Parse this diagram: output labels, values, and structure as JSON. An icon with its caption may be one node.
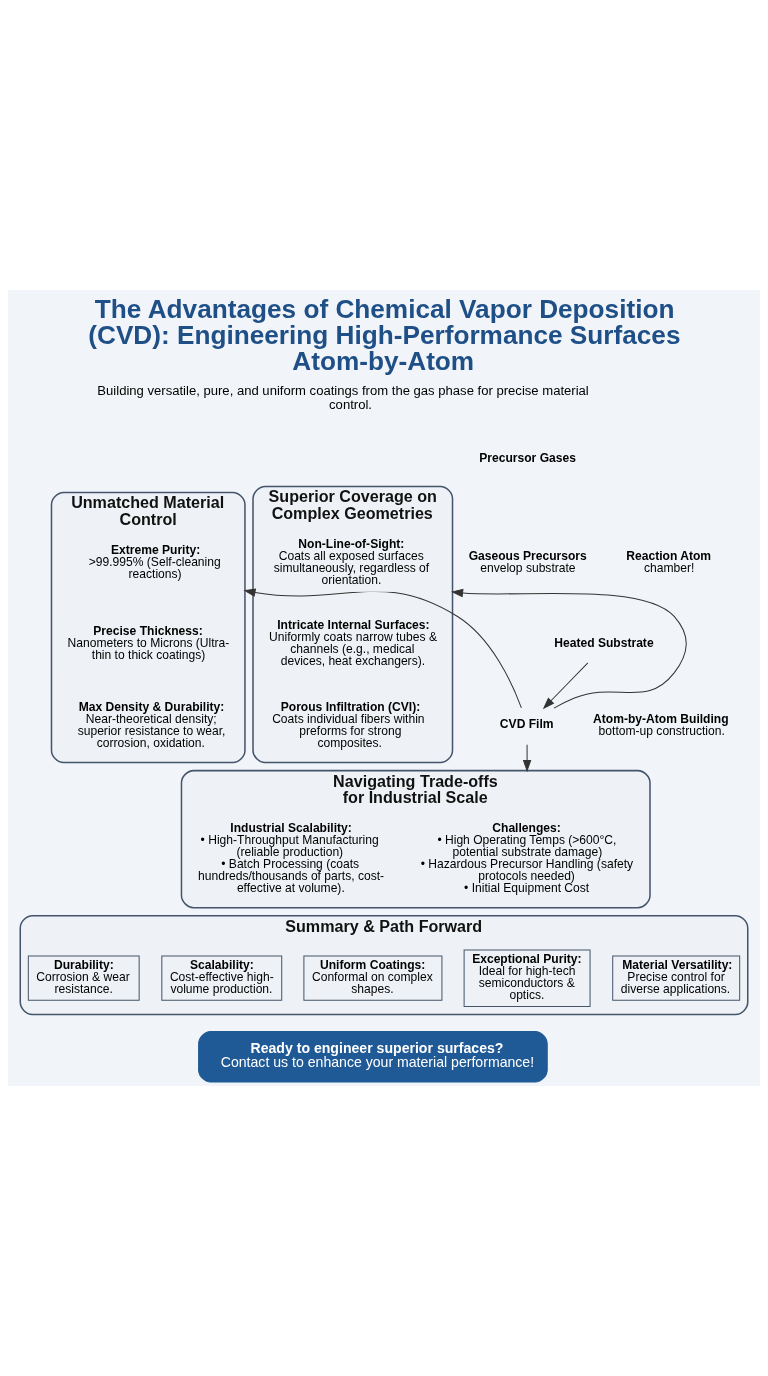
{
  "diagram": {
    "title": "The Advantages of Chemical Vapor Deposition (CVD): Engineering High-Performance Surfaces Atom-by-Atom",
    "nodes": [
      {
        "text": [
          "Unmatched Material Control"
        ]
      },
      {
        "text": [
          "Extreme Purity:",
          ">99.995% (Self-cleaning reactions)"
        ],
        "in": 0
      },
      {
        "text": [
          "Precise Thickness:",
          "Nanometers to Microns (Ultra-thin to thick coatings)"
        ],
        "in": 0
      },
      {
        "text": [
          "Max Density & Durability:",
          "Near-theoretical density; superior resistance to wear, corrosion, oxidation."
        ],
        "in": 0
      },
      {
        "text": [
          "Precursor Gases"
        ]
      },
      {
        "text": [
          "Gaseous Precursors",
          "envelop substrate"
        ]
      },
      {
        "text": [
          "Reaction Atom",
          "chamber!"
        ]
      },
      {
        "text": [
          "Heated Substrate"
        ]
      },
      {
        "text": [
          "Atom-by-Atom Building",
          "bottom-up construction."
        ]
      },
      {
        "text": [
          "CVD Film"
        ]
      },
      {
        "text": [
          "Superior Coverage on Complex Geometries"
        ]
      },
      {
        "text": [
          "Non-Line-of-Sight:",
          "Coats all exposed surfaces simultaneously, regardless of orientation."
        ],
        "in": 10
      },
      {
        "text": [
          "Intricate Internal Surfaces:",
          "Uniformly coats narrow tubes & channels (e.g., medical devices, heat exchangers)."
        ],
        "in": 10
      },
      {
        "text": [
          "Porous Infiltration (CVI):",
          "Coats individual fibers within preforms for strong composites."
        ],
        "in": 10
      },
      {
        "text": [
          "Navigating Trade-offs for Industrial Scale"
        ]
      },
      {
        "text": [
          "Challenges:",
          "• High Operating Temps (>600°C, potential substrate damage)",
          "• Hazardous Precursor Handling (safety protocols needed)",
          "• Initial Equipment Cost"
        ],
        "in": 14
      },
      {
        "text": [
          "Industrial Scalability:",
          "• High-Throughput Manufacturing (reliable production)",
          "• Batch Processing (coats hundreds/thousands of parts, cost-effective at volume)."
        ],
        "in": 14
      },
      {
        "text": [
          "Summary & Path Forward"
        ]
      },
      {
        "text": [
          "Material Versatility:",
          "Precise control for diverse applications."
        ],
        "in": 17
      },
      {
        "text": [
          "Exceptional Purity:",
          "Ideal for high-tech semiconductors & optics."
        ],
        "in": 17
      },
      {
        "text": [
          "Uniform Coatings:",
          "Conformal on complex shapes."
        ],
        "in": 17
      },
      {
        "text": [
          "Durability:",
          "Corrosion & wear resistance."
        ],
        "in": 17
      },
      {
        "text": [
          "Scalability:",
          "Cost-effective high-volume production."
        ],
        "in": 17
      },
      {
        "text": [
          "Ready to engineer superior surfaces?",
          "Contact us to enhance your material performance!"
        ]
      }
    ],
    "edges": [
      {
        "from": 7,
        "to": 9,
        "arrow": "to"
      },
      {
        "from": 9,
        "to": 0,
        "arrow": "to"
      },
      {
        "from": 9,
        "to": 10,
        "arrow": "to"
      },
      {
        "from": 9,
        "to": 14,
        "arrow": "to"
      }
    ],
    "labels": [
      "Building versatile, pure, and uniform coatings from the gas phase for precise material control."
    ]
  }
}
